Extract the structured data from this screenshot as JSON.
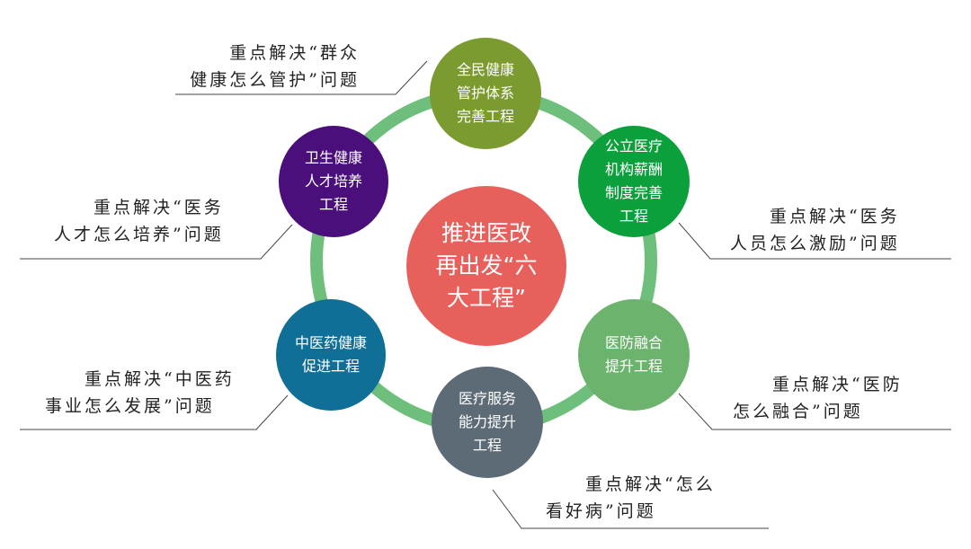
{
  "center": {
    "label": "推进医改\n再出发“六\n大工程”",
    "color": "#e8605c"
  },
  "ring_color": "#6dbf7b",
  "nodes": [
    {
      "label": "全民健康\n管护体系\n完善工程",
      "color": "#7b9a2f"
    },
    {
      "label": "公立医疗\n机构薪酬\n制度完善\n工程",
      "color": "#0ba03c"
    },
    {
      "label": "医防融合\n提升工程",
      "color": "#6cb46d"
    },
    {
      "label": "医疗服务\n能力提升\n工程",
      "color": "#5d6b77"
    },
    {
      "label": "中医药健康\n促进工程",
      "color": "#0f6f97"
    },
    {
      "label": "卫生健康\n人才培养\n工程",
      "color": "#4a0f7b"
    }
  ],
  "callouts": [
    "重点解决“群众\n健康怎么管护”问题",
    "重点解决“医务\n人员怎么激励”问题",
    "重点解决“医防\n怎么融合”问题",
    "重点解决“怎么\n看好病”问题",
    "重点解决“中医药\n事业怎么发展”问题",
    "重点解决“医务\n人才怎么培养”问题"
  ]
}
